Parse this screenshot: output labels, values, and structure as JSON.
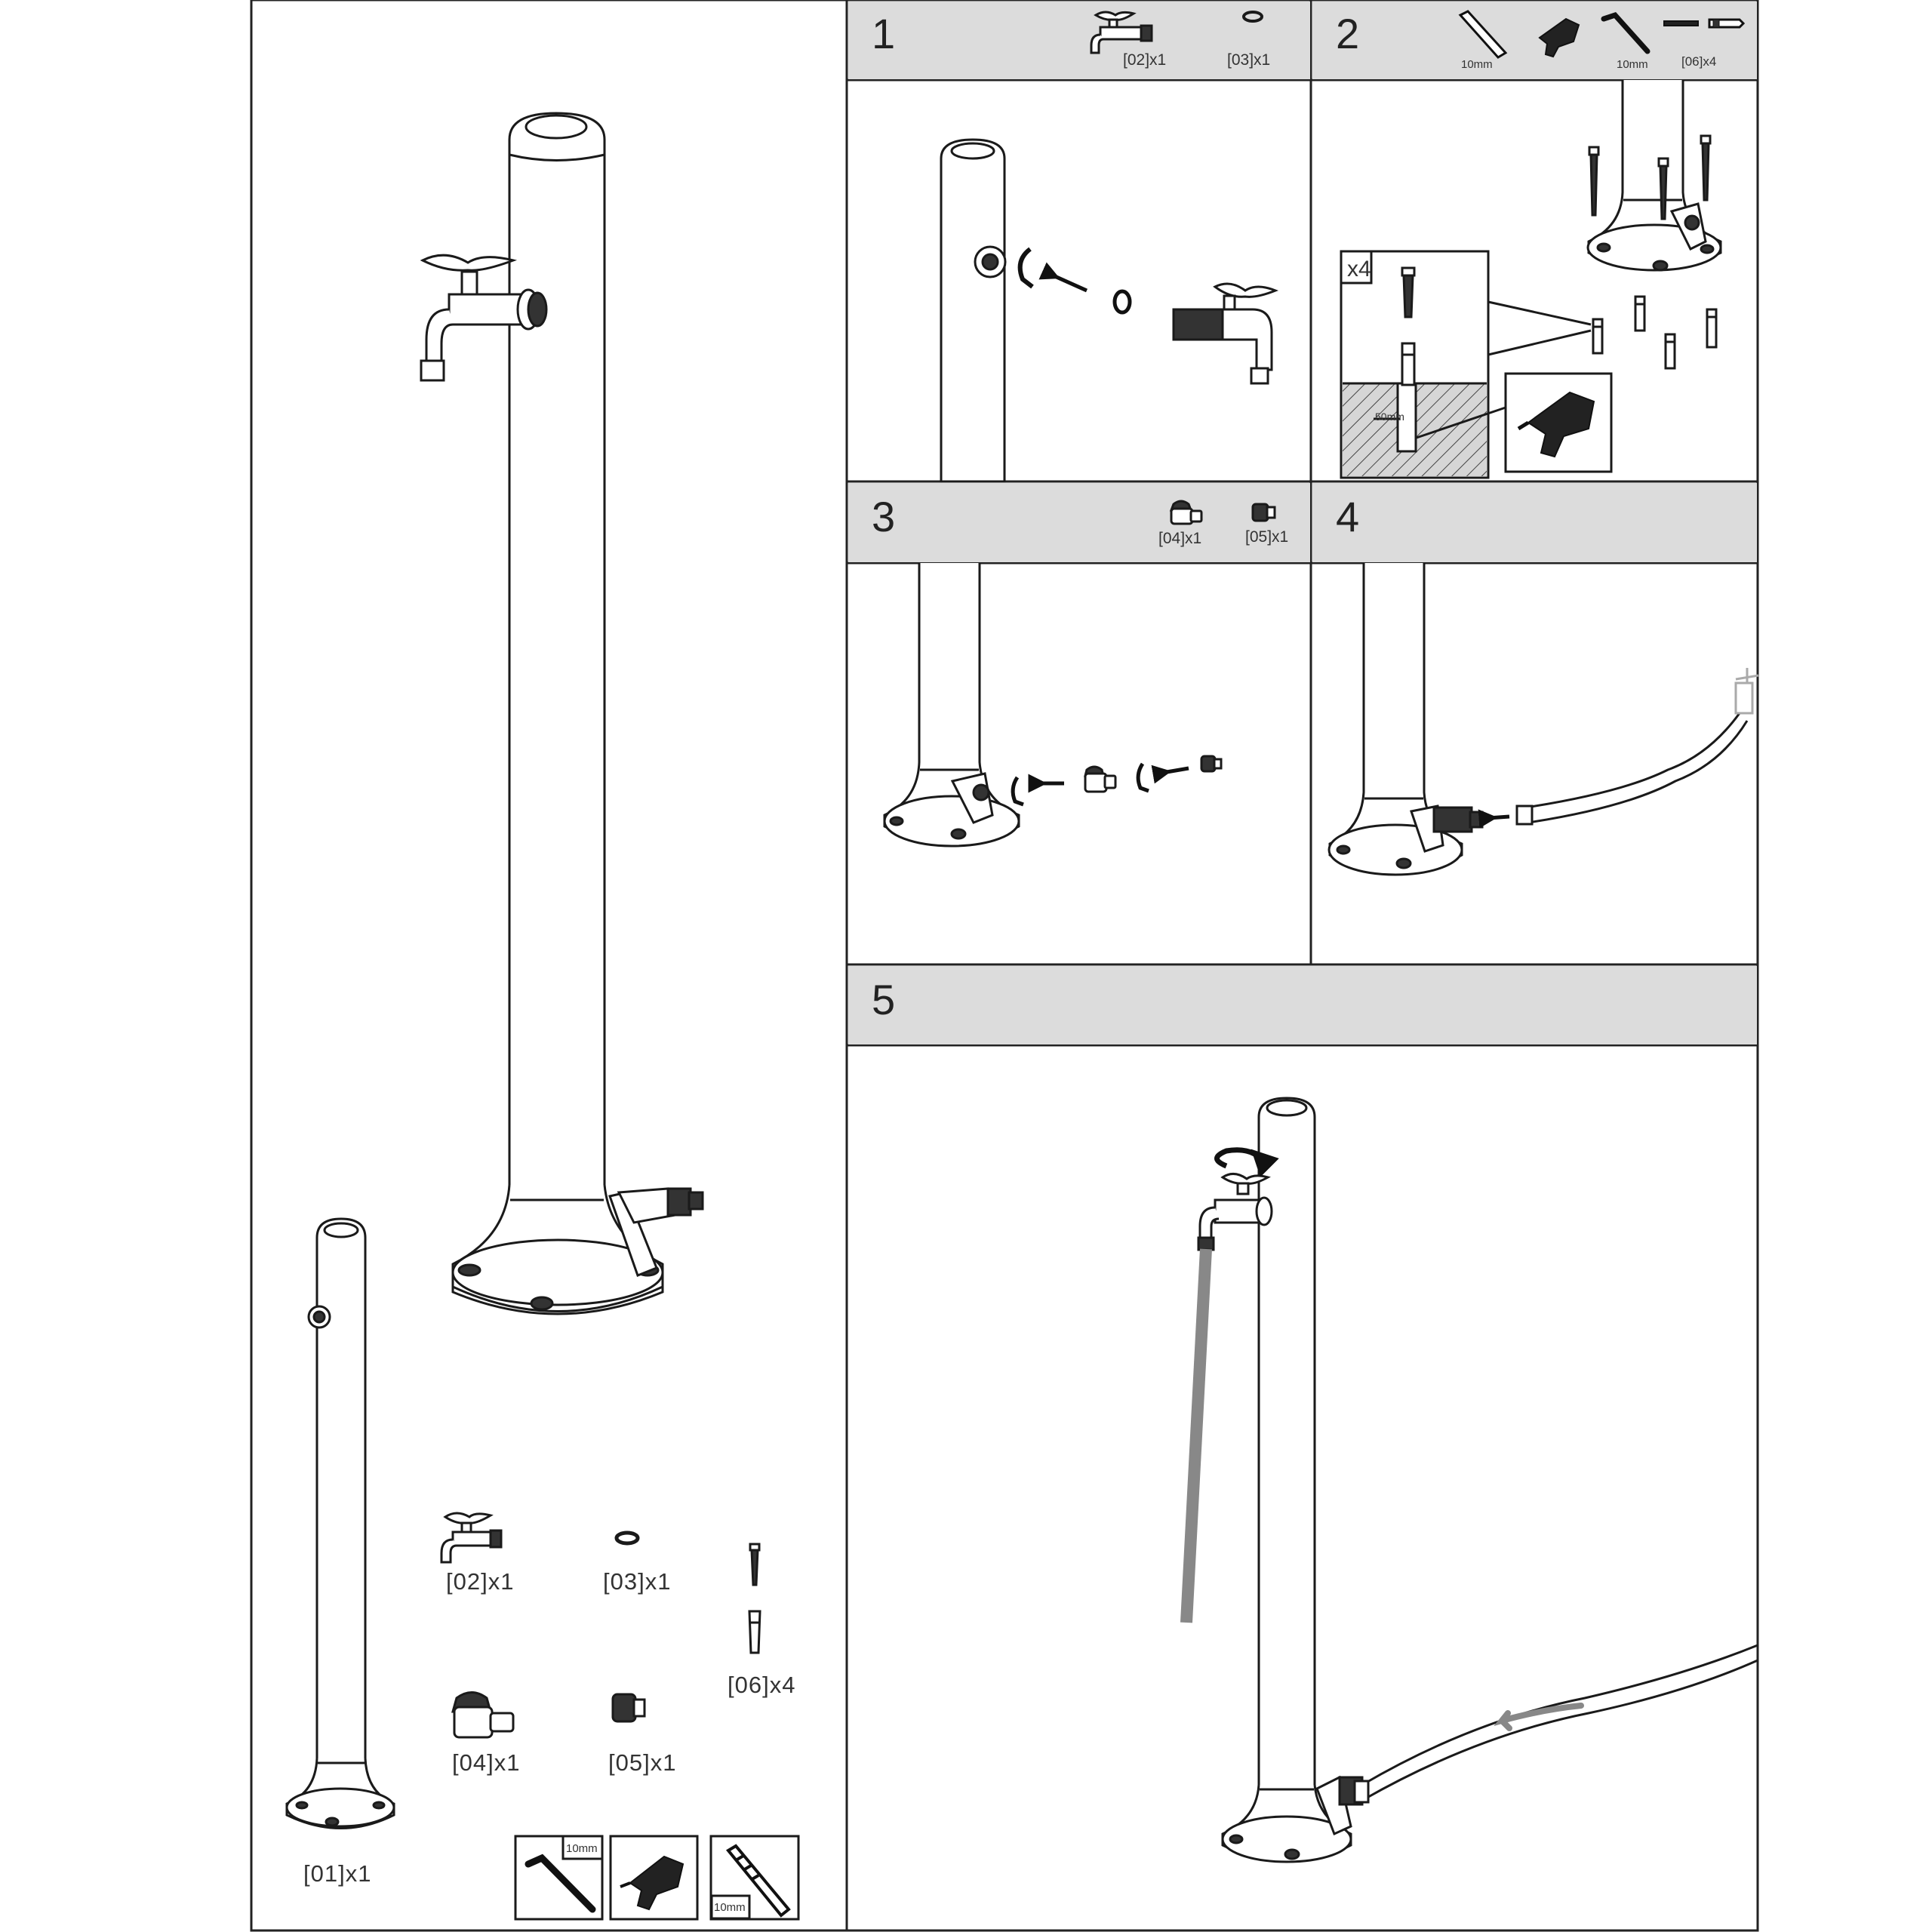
{
  "parts": {
    "p01": "[01]x1",
    "p02": "[02]x1",
    "p03": "[03]x1",
    "p04": "[04]x1",
    "p05": "[05]x1",
    "p06": "[06]x4"
  },
  "tools": {
    "wrench_size": "10mm",
    "drill_bit_size": "10mm"
  },
  "steps": {
    "s1": {
      "number": "1",
      "part_a": "[02]x1",
      "part_b": "[03]x1"
    },
    "s2": {
      "number": "2",
      "tool_a": "10mm",
      "tool_b": "10mm",
      "part": "[06]x4",
      "qty": "x4",
      "depth": "50mm"
    },
    "s3": {
      "number": "3",
      "part_a": "[04]x1",
      "part_b": "[05]x1"
    },
    "s4": {
      "number": "4"
    },
    "s5": {
      "number": "5"
    }
  },
  "colors": {
    "header_bg": "#dcdcdc",
    "line": "#1a1a1a",
    "hatch_bg": "#cfcfcf"
  }
}
